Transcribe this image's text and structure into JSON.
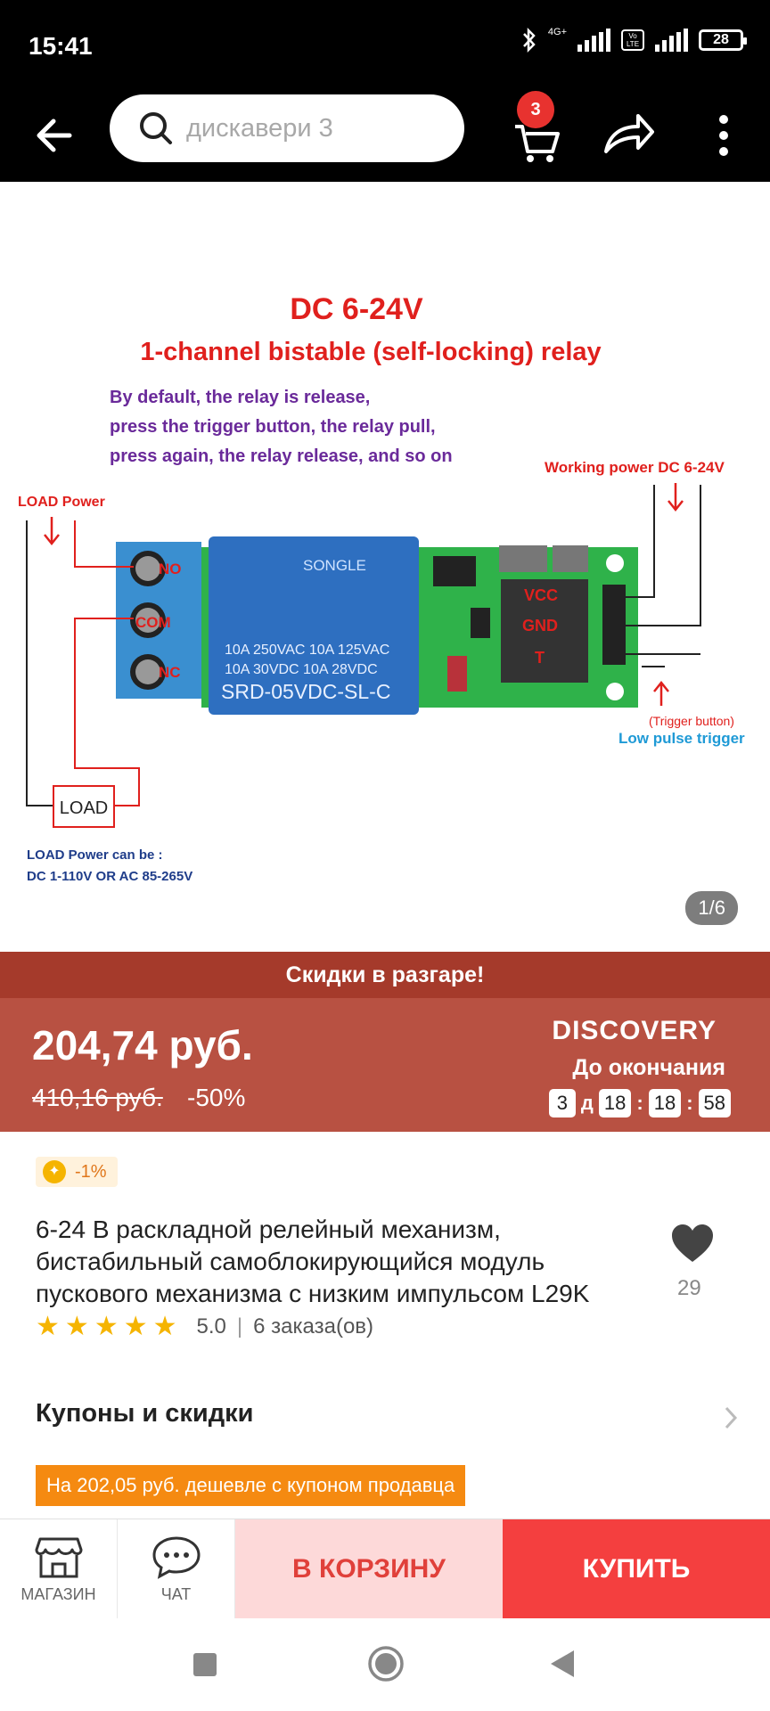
{
  "status_bar": {
    "time": "15:41",
    "network_a": "4G+",
    "network_b": "Vo LTE",
    "battery": "28"
  },
  "top_nav": {
    "search_text": "дискавери 3",
    "cart_count": "3"
  },
  "product_image": {
    "counter": "1/6",
    "heading": "DC 6-24V",
    "subheading": "1-channel bistable (self-locking) relay",
    "description": [
      "By default, the relay is release,",
      "press the trigger button, the relay pull,",
      "press again, the relay release, and so on"
    ],
    "load_power": "LOAD Power",
    "working_power": "Working power DC 6-24V",
    "terminal_labels": [
      "NO",
      "COM",
      "NC"
    ],
    "relay_brand": "SONGLE",
    "relay_specs": [
      "10A 250VAC  10A 125VAC",
      "10A 30VDC   10A 28VDC"
    ],
    "relay_model": "SRD-05VDC-SL-C",
    "pin_labels": [
      "VCC",
      "GND",
      "T"
    ],
    "trigger_button": "(Trigger button)",
    "low_pulse": "Low pulse trigger",
    "load_box": "LOAD",
    "load_note_1": "LOAD Power can be :",
    "load_note_2": "DC 1-110V OR AC 85-265V"
  },
  "promo": {
    "banner": "Скидки в разгаре!",
    "price": "204,74 руб.",
    "old_price": "410,16 руб.",
    "discount": "-50%",
    "campaign": "DISCOVERY",
    "ends_label": "До окончания",
    "timer_days": "3",
    "timer_days_unit": "д",
    "timer_h": "18",
    "timer_m": "18",
    "timer_s": "58"
  },
  "product": {
    "coin_discount": "-1%",
    "title": "6-24 В раскладной релейный механизм, бистабильный самоблокирующийся модуль пускового механизма с низким импульсом L29K",
    "favorites": "29",
    "rating": "5.0",
    "orders": "6 заказа(ов)",
    "stars": 5
  },
  "coupons": {
    "title": "Купоны и скидки",
    "tag": "На 202,05 руб. дешевле с купоном продавца"
  },
  "action_bar": {
    "store": "МАГАЗИН",
    "chat": "ЧАТ",
    "add_to_cart": "В КОРЗИНУ",
    "buy": "КУПИТЬ"
  },
  "colors": {
    "promo_dark": "#a53a2b",
    "promo": "#b85142",
    "buy": "#f43f3f",
    "cart_button_bg": "#fdd9d9",
    "coupon": "#f58a11"
  }
}
